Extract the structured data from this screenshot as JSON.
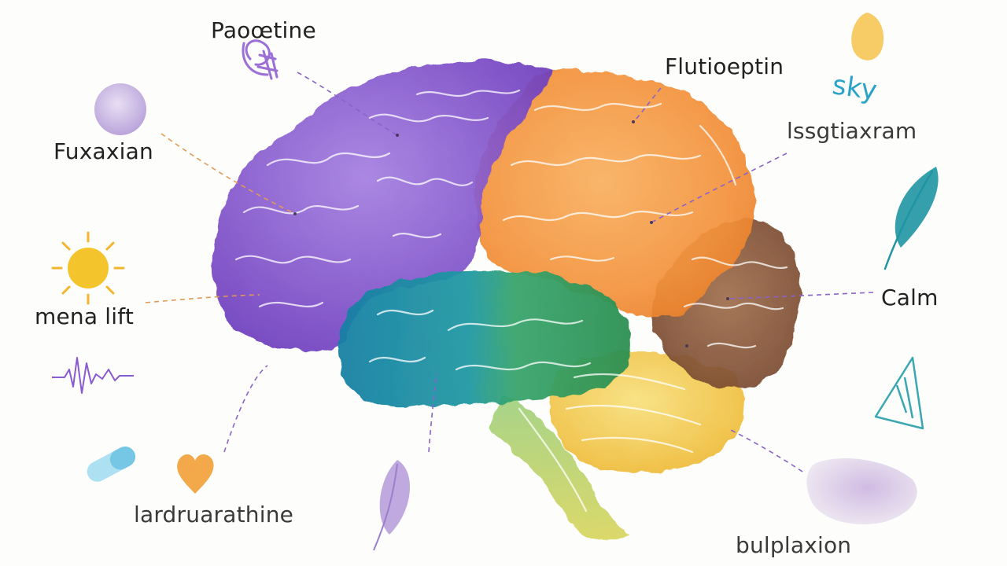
{
  "labels": {
    "paroxetine": "Paoœtine",
    "fluoxetine": "Flutioeptin",
    "sky": "sky",
    "escitalopram": "lssgtiaxram",
    "fluvoxamine": "Fuxaxian",
    "mood_lift": "mena lift",
    "calm": "Calm",
    "duloxetine": "lardruarathine",
    "bupropion": "bulplaxion"
  },
  "colors": {
    "frontal": "#8a5ad0",
    "parietal": "#f59a45",
    "occipital": "#8b5a3c",
    "temporal_left": "#1e8aa6",
    "temporal_right": "#2f9a5e",
    "cerebellum": "#f3cf4f",
    "brainstem": "#b9cf62",
    "leader_purple": "#8a63c8",
    "leader_orange": "#e19b55",
    "sun": "#f4c42c",
    "heart": "#f2a33f",
    "pill": "#8fd3ea",
    "feather_teal": "#1f95a3",
    "feather_lavender": "#b49ad8",
    "stone": "#d8c8e6"
  },
  "icons": [
    "paperclip-knot-icon",
    "lavender-orb-icon",
    "sun-icon",
    "heartbeat-line-icon",
    "pill-icon",
    "heart-icon",
    "lavender-feather-icon",
    "yellow-drop-icon",
    "teal-feather-icon",
    "triangle-icon",
    "stone-icon"
  ]
}
